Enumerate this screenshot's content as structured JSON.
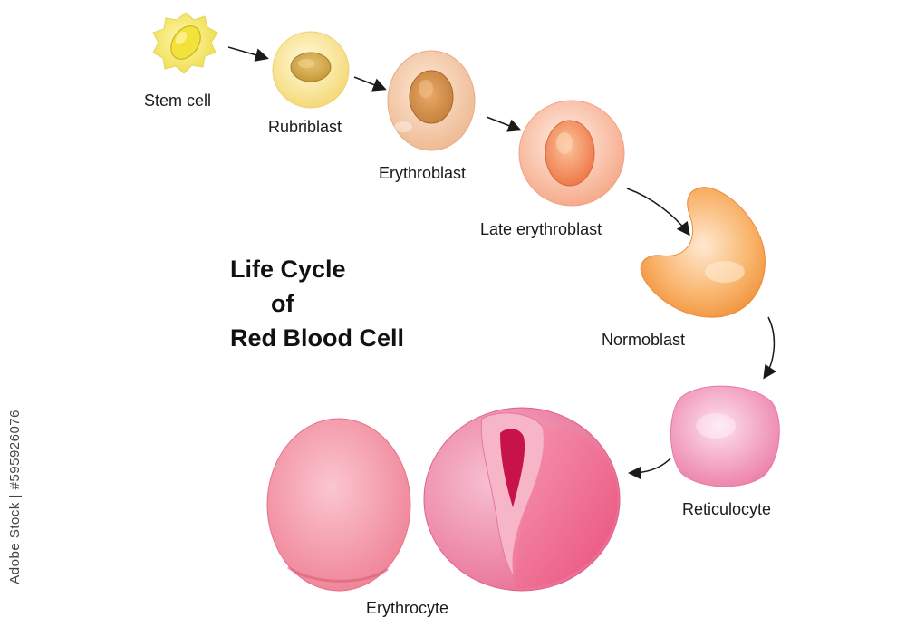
{
  "title": {
    "line1": "Life Cycle",
    "line2": "of",
    "line3": "Red Blood Cell"
  },
  "stages": [
    {
      "label": "Stem cell"
    },
    {
      "label": "Rubriblast"
    },
    {
      "label": "Erythroblast"
    },
    {
      "label": "Late erythroblast"
    },
    {
      "label": "Normoblast"
    },
    {
      "label": "Reticulocyte"
    },
    {
      "label": "Erythrocyte"
    }
  ],
  "watermark": "Adobe Stock | #595926076",
  "colors": {
    "stem_cell": "#f2e46a",
    "rubriblast": "#f7df8a",
    "erythroblast": "#f4c8a6",
    "late_erythroblast": "#f8b49a",
    "normoblast": "#f6a04a",
    "reticulocyte": "#f08cb0",
    "erythrocyte": "#f07a95",
    "arrow": "#1a1a1a"
  }
}
